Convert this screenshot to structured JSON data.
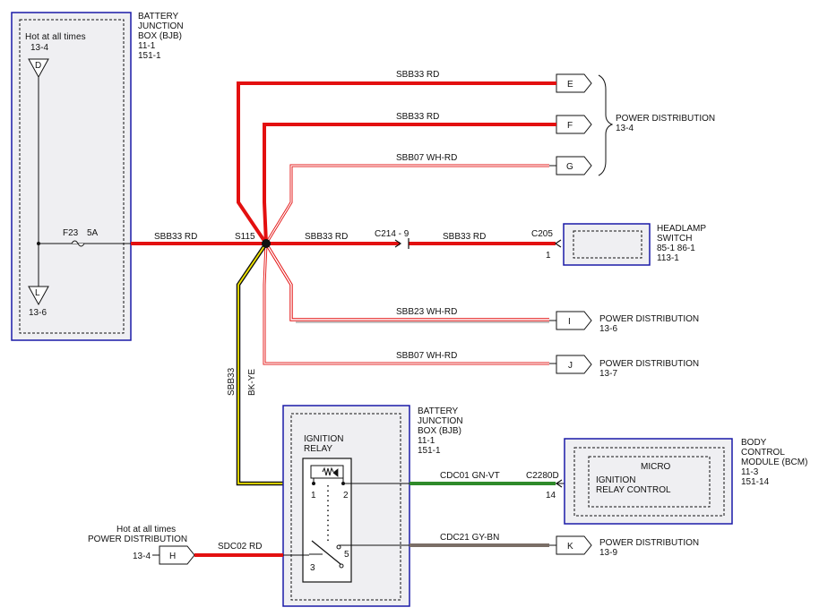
{
  "colors": {
    "red": "#e31010",
    "white": "#ffffff",
    "black": "#111111",
    "yellow": "#f2e600",
    "green": "#2f8a2a",
    "gray_brown": "#7a6e66",
    "module_border": "#1a1aa8",
    "module_fill": "#efeff2"
  },
  "bjb_left": {
    "title": [
      "BATTERY",
      "JUNCTION",
      "BOX (BJB)",
      "11-1",
      "151-1"
    ],
    "hot": "Hot at all times",
    "ref_top": "13-4",
    "connector_top": "D",
    "connector_bottom": "L",
    "ref_bottom": "13-6",
    "fuse": "F23",
    "fuse_rating": "5A"
  },
  "splice": "S115",
  "wires": {
    "main_in": "SBB33   RD",
    "e": "SBB33   RD",
    "f": "SBB33   RD",
    "g": "SBB07   WH-RD",
    "headlamp_a": "SBB33   RD",
    "headlamp_b": "SBB33   RD",
    "i": "SBB23   WH-RD",
    "j": "SBB07   WH-RD",
    "relay_feed_circuit": "SBB33",
    "relay_feed_color": "BK-YE",
    "cdc01": "CDC01   GN-VT",
    "cdc21": "CDC21   GY-BN",
    "sdc02": "SDC02   RD"
  },
  "inline_connector": "C214  -  9",
  "headlamp": {
    "connector": "C205",
    "pin": "1",
    "title": [
      "HEADLAMP",
      "SWITCH",
      "85-1   86-1",
      "113-1"
    ]
  },
  "connectors": {
    "e": "E",
    "f": "F",
    "g": "G",
    "i": "I",
    "j": "J",
    "k": "K",
    "h": "H"
  },
  "power_dist_efg": [
    "POWER DISTRIBUTION",
    "13-4"
  ],
  "power_dist_i": [
    "POWER DISTRIBUTION",
    "13-6"
  ],
  "power_dist_j": [
    "POWER DISTRIBUTION",
    "13-7"
  ],
  "power_dist_k": [
    "POWER DISTRIBUTION",
    "13-9"
  ],
  "bjb_relay": {
    "title": [
      "BATTERY",
      "JUNCTION",
      "BOX (BJB)",
      "11-1",
      "151-1"
    ],
    "relay": [
      "IGNITION",
      "RELAY"
    ],
    "pin1": "1",
    "pin2": "2",
    "pin3": "3",
    "pin5": "5"
  },
  "bcm": {
    "title": [
      "BODY",
      "CONTROL",
      "MODULE (BCM)",
      "11-3",
      "151-14"
    ],
    "micro": "MICRO",
    "signal": [
      "IGNITION",
      "RELAY CONTROL"
    ],
    "connector": "C2280D",
    "pin": "14"
  },
  "h_source": {
    "hot": "Hot at all times",
    "dist": "POWER DISTRIBUTION",
    "ref": "13-4"
  }
}
